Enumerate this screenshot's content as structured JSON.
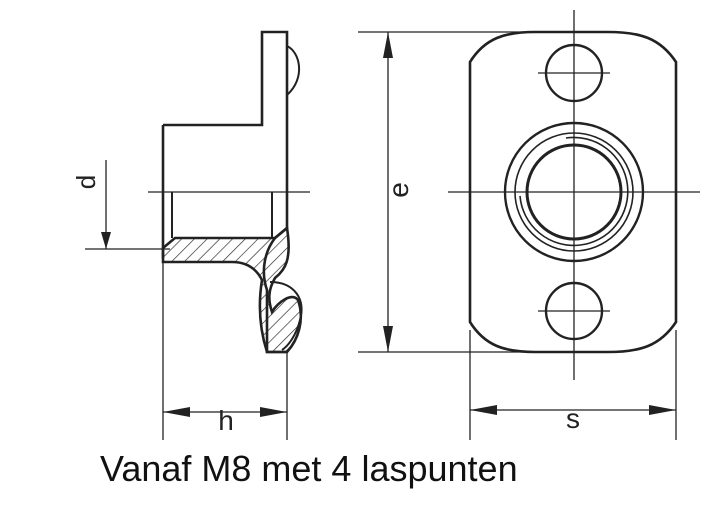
{
  "drawing": {
    "labels": {
      "d": "d",
      "e": "e",
      "h": "h",
      "s": "s"
    }
  },
  "caption": "Vanaf M8 met 4 laspunten",
  "colors": {
    "line": "#222222",
    "background": "#ffffff"
  }
}
